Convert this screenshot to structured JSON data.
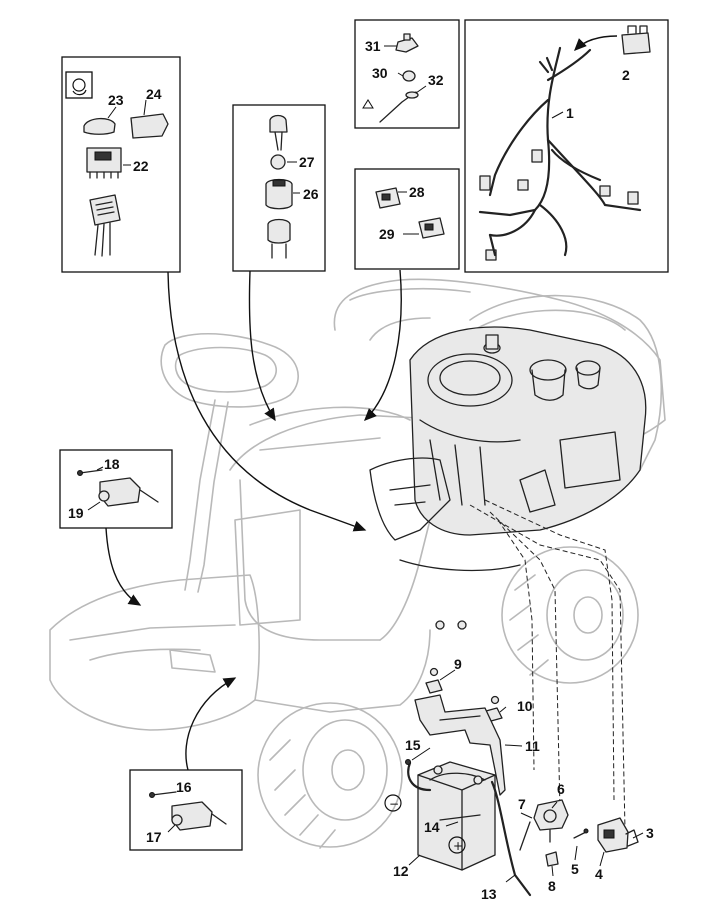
{
  "labels": {
    "p1": "1",
    "p2": "2",
    "p3": "3",
    "p4": "4",
    "p5": "5",
    "p6": "6",
    "p7": "7",
    "p8": "8",
    "p9": "9",
    "p10": "10",
    "p11": "11",
    "p12": "12",
    "p13": "13",
    "p14": "14",
    "p15": "15",
    "p16": "16",
    "p17": "17",
    "p18": "18",
    "p19": "19",
    "p22": "22",
    "p23": "23",
    "p24": "24",
    "p26": "26",
    "p27": "27",
    "p28": "28",
    "p29": "29",
    "p30": "30",
    "p31": "31",
    "p32": "32"
  },
  "symbols": {
    "warning": "△",
    "battery_minus": "−",
    "battery_plus": "+"
  },
  "icons": [
    "headlight-switch-icon",
    "warning-triangle-icon"
  ],
  "colors": {
    "line": "#111111",
    "ghost": "#b9b9b9"
  }
}
